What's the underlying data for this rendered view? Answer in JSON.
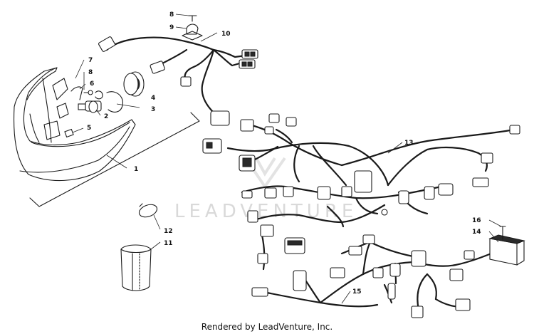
{
  "watermark": "LEADVENTURE",
  "footer": "Rendered by LeadVenture, Inc.",
  "callouts": [
    {
      "id": "c1",
      "label": "1"
    },
    {
      "id": "c2",
      "label": "2"
    },
    {
      "id": "c3",
      "label": "3"
    },
    {
      "id": "c4",
      "label": "4"
    },
    {
      "id": "c5",
      "label": "5"
    },
    {
      "id": "c6",
      "label": "6"
    },
    {
      "id": "c7",
      "label": "7"
    },
    {
      "id": "c8a",
      "label": "8"
    },
    {
      "id": "c8b",
      "label": "8"
    },
    {
      "id": "c9",
      "label": "9"
    },
    {
      "id": "c10",
      "label": "10"
    },
    {
      "id": "c11",
      "label": "11"
    },
    {
      "id": "c12",
      "label": "12"
    },
    {
      "id": "c13",
      "label": "13"
    },
    {
      "id": "c14",
      "label": "14"
    },
    {
      "id": "c15",
      "label": "15"
    },
    {
      "id": "c16",
      "label": "16"
    }
  ]
}
